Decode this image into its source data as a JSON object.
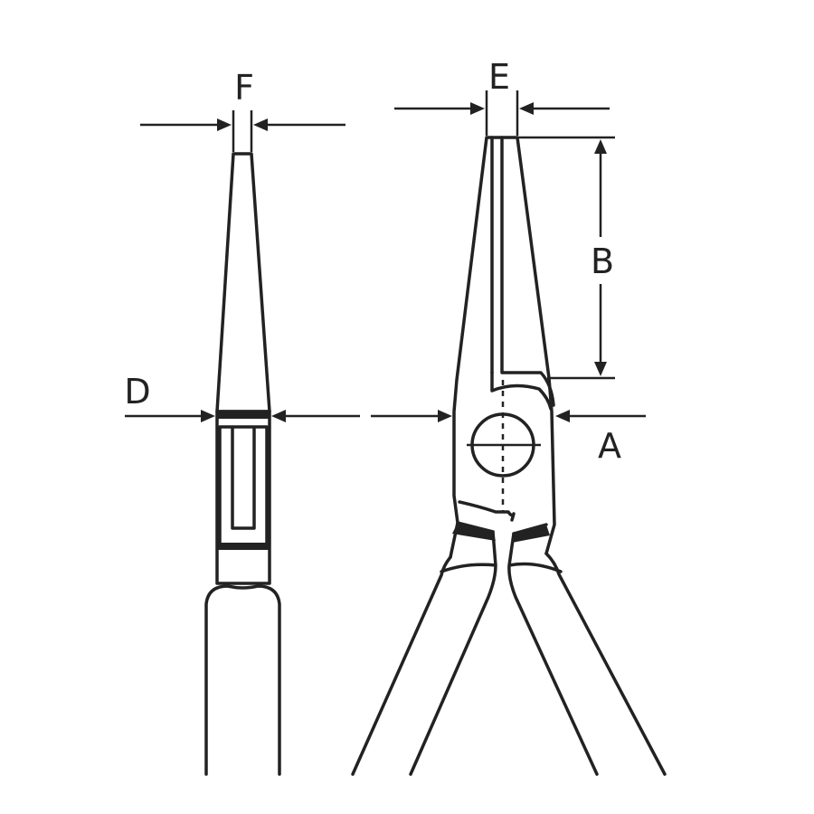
{
  "labels": {
    "f": "F",
    "e": "E",
    "b": "B",
    "d": "D",
    "a": "A"
  },
  "colors": {
    "ink": "#222222",
    "background": "#ffffff"
  }
}
